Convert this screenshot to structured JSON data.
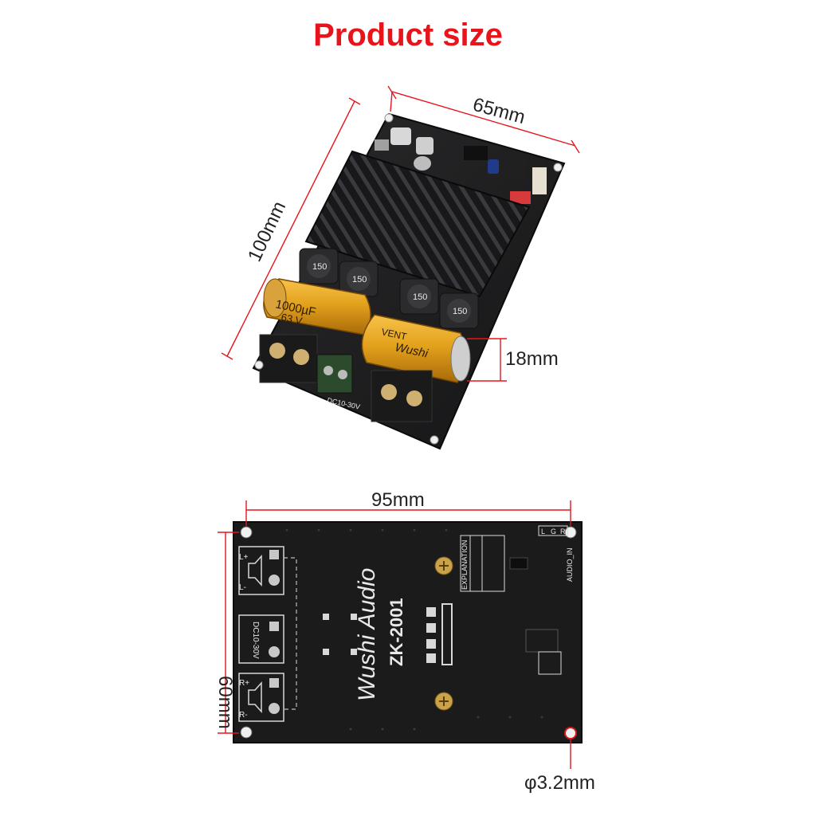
{
  "title": "Product size",
  "dimensions": {
    "top_width": "65mm",
    "top_length": "100mm",
    "height": "18mm",
    "bottom_width": "95mm",
    "bottom_height": "60mm",
    "hole_diameter": "φ3.2mm"
  },
  "board_top": {
    "capacitor_left": [
      "1000µF",
      "63 V"
    ],
    "capacitor_right": [
      "VENT",
      "Wushi"
    ],
    "inductor_label": "150",
    "power_label": "DC10-30V"
  },
  "board_bottom": {
    "brand": "Wushi Audio",
    "model": "ZK-2001",
    "power_label": "DC10-30V",
    "explanation": "EXPLANATION",
    "audio_in": "AUDIO_IN",
    "speaker_left": [
      "L+",
      "L-"
    ],
    "speaker_right": [
      "R+",
      "R-"
    ],
    "channels": [
      "L",
      "G",
      "R"
    ]
  },
  "colors": {
    "accent_red": "#e8141c",
    "pcb": "#1c1c1e",
    "heatsink": "#141416",
    "capacitor_gold": "#e3a21d"
  }
}
